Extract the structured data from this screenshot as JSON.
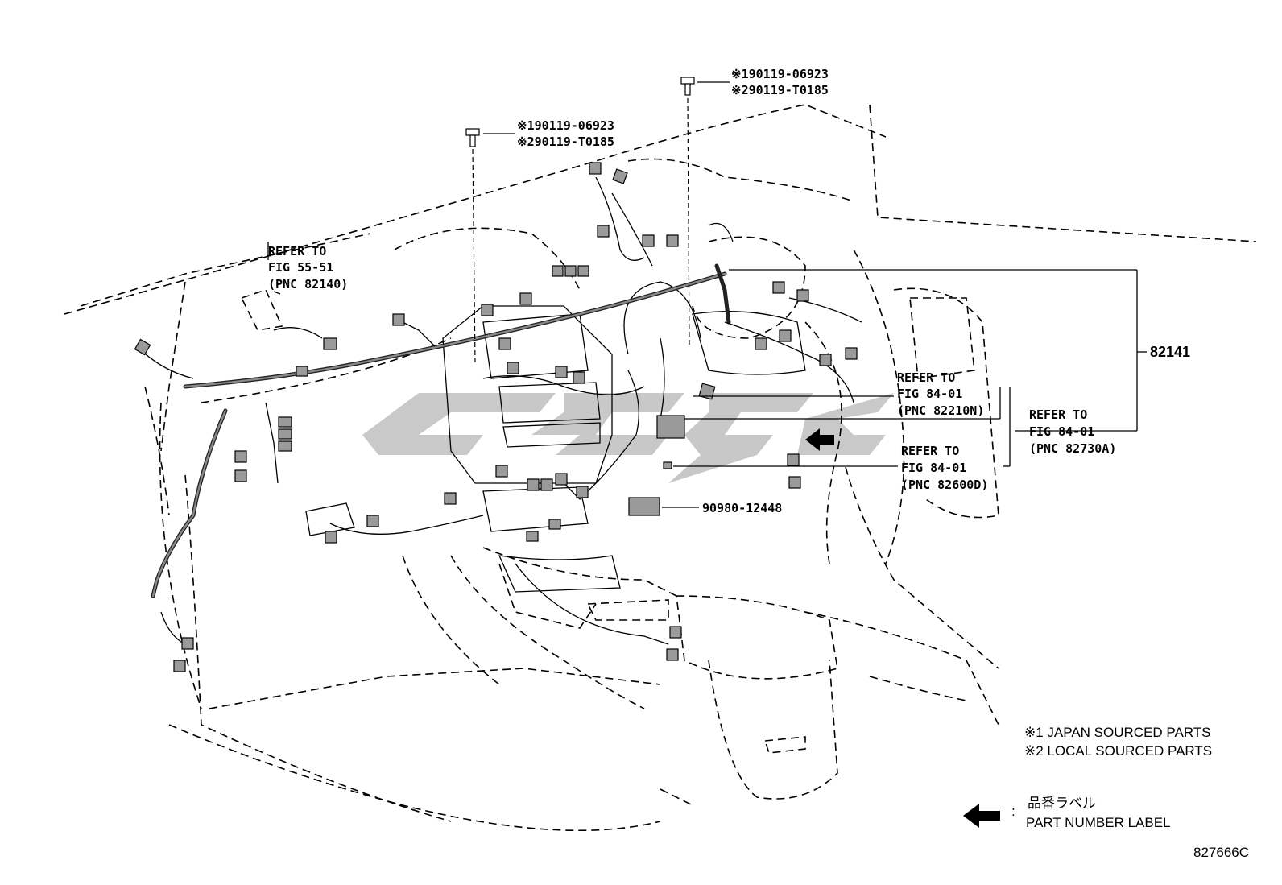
{
  "labels": {
    "bolt_left_1": "※190119-06923",
    "bolt_left_2": "※290119-T0185",
    "bolt_top_1": "※190119-06923",
    "bolt_top_2": "※290119-T0185",
    "refer_55_line1": "REFER TO",
    "refer_55_line2": "FIG 55-51",
    "refer_55_line3": "(PNC 82140)",
    "refer_82210_line1": "REFER TO",
    "refer_82210_line2": "FIG 84-01",
    "refer_82210_line3": "(PNC 82210N)",
    "refer_82730_line1": "REFER TO",
    "refer_82730_line2": "FIG 84-01",
    "refer_82730_line3": "(PNC 82730A)",
    "refer_82600_line1": "REFER TO",
    "refer_82600_line2": "FIG 84-01",
    "refer_82600_line3": "(PNC 82600D)",
    "part_82141": "82141",
    "part_90980": "90980-12448"
  },
  "legend": {
    "note1": "※1 JAPAN SOURCED PARTS",
    "note2": "※2 LOCAL SOURCED PARTS",
    "arrow_jp": "品番ラベル",
    "arrow_colon": ":",
    "arrow_en": "PART NUMBER LABEL"
  },
  "figure_id": "827666C"
}
